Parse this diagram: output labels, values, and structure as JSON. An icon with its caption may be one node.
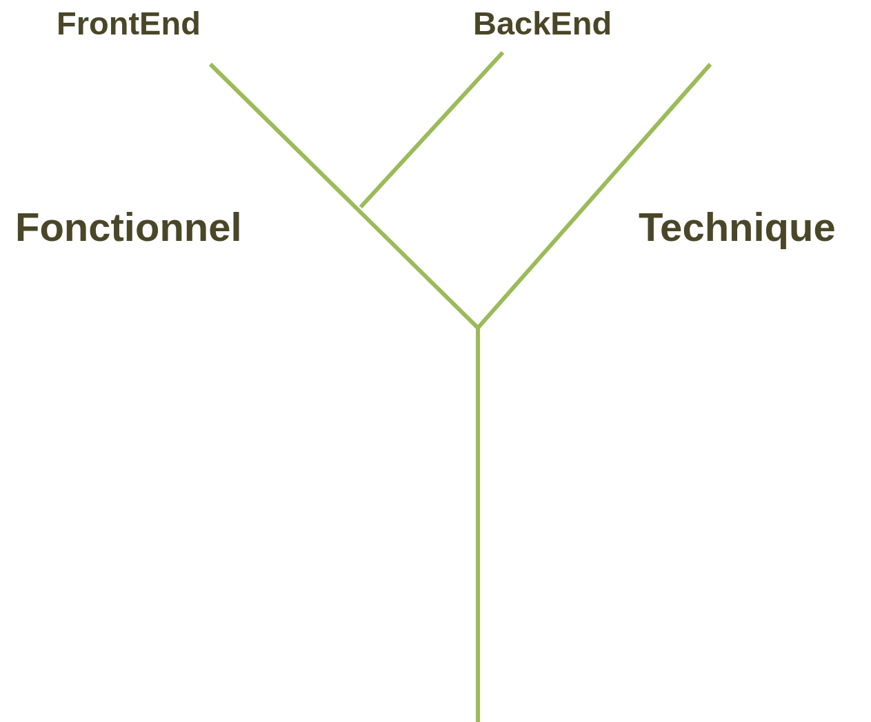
{
  "diagram": {
    "labels": [
      "FrontEnd",
      "BackEnd",
      "Fonctionnel",
      "Technique"
    ]
  }
}
